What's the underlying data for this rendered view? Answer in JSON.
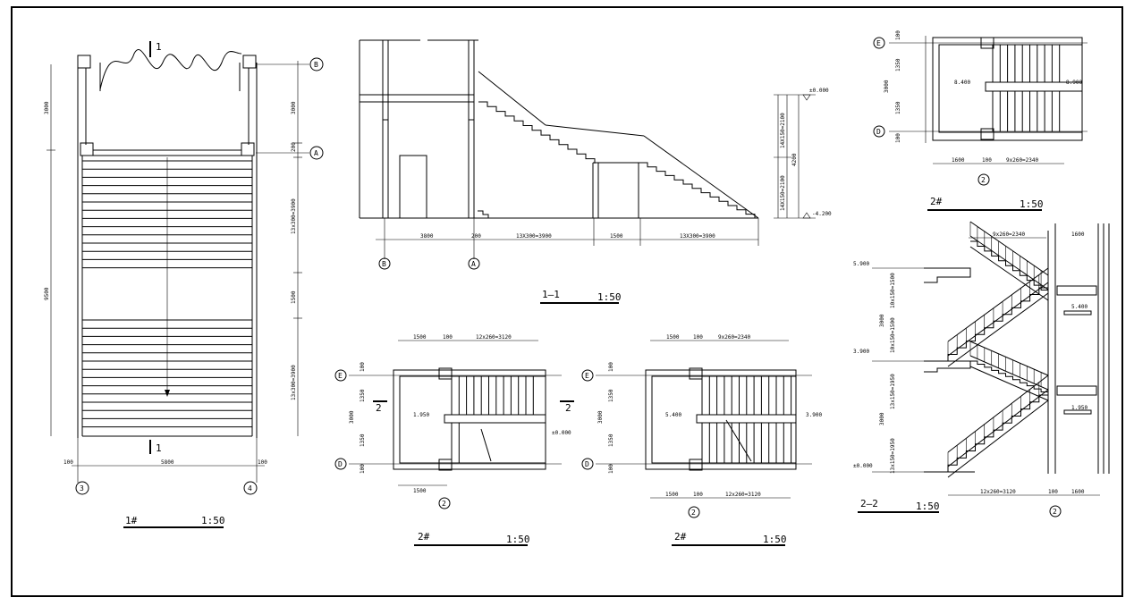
{
  "plan1": {
    "grid_B": "B",
    "grid_A": "A",
    "grid_3": "3",
    "grid_4": "4",
    "section_mark": "1",
    "dim_top_left": "3000",
    "dim_top_right": "3000",
    "dim_200": "200",
    "dim_run1": "13x300=3900",
    "dim_landing": "1500",
    "dim_run2": "13x300=3900",
    "dim_total_left": "9500",
    "dim_width": "5800",
    "dim_100a": "100",
    "dim_100b": "100",
    "title": "1#",
    "scale": "1:50"
  },
  "sec11": {
    "level_top": "±0.000",
    "level_bottom": "-4.200",
    "dim_r1": "14X150=2100",
    "dim_r2": "14X150=2100",
    "dim_total": "4200",
    "dim_b1": "3800",
    "dim_b2": "200",
    "dim_b3": "13X300=3900",
    "dim_b4": "1500",
    "dim_b5": "13X300=3900",
    "grid_B": "B",
    "grid_A": "A",
    "title": "1—1",
    "scale": "1:50"
  },
  "planTR": {
    "grid_E": "E",
    "grid_D": "D",
    "dim_100a": "100",
    "dim_1350a": "1350",
    "dim_3000": "3000",
    "dim_1350b": "1350",
    "dim_100b": "100",
    "level_left": "8.400",
    "level_right": "8.900",
    "dim_1600": "1600",
    "dim_100": "100",
    "dim_run": "9x260=2340",
    "grid_2": "2",
    "title": "2#",
    "scale": "1:50"
  },
  "planM": {
    "grid_E": "E",
    "grid_D": "D",
    "dim_1500": "1500",
    "dim_100": "100",
    "dim_run": "12x260=3120",
    "dim_100a": "100",
    "dim_1350a": "1350",
    "dim_3000": "3000",
    "dim_1350b": "1350",
    "dim_100b": "100",
    "level": "1.950",
    "level_zero": "±0.000",
    "sec_mark": "2",
    "grid_2": "2",
    "title": "2#",
    "scale": "1:50"
  },
  "planR": {
    "grid_E": "E",
    "grid_D": "D",
    "dim_1500": "1500",
    "dim_100": "100",
    "dim_run": "9x260=2340",
    "dim_run_b": "12x260=3120",
    "dim_100a": "100",
    "dim_1350a": "1350",
    "dim_3000": "3000",
    "dim_1350b": "1350",
    "dim_100b": "100",
    "level_left": "5.400",
    "level_right": "3.900",
    "grid_2": "2",
    "title": "2#",
    "scale": "1:50"
  },
  "sec22": {
    "level_5900": "5.900",
    "level_3900": "3.900",
    "level_000": "±0.000",
    "level_5400": "5.400",
    "level_1950": "1.950",
    "dim_3000a": "3000",
    "dim_3000b": "3000",
    "dim_f1": "10x150=1500",
    "dim_f2": "10x150=1500",
    "dim_f3": "13x150=1950",
    "dim_f4": "13x150=1950",
    "dim_top": "9x260=2340",
    "dim_1600": "1600",
    "dim_bottom": "12x260=3120",
    "dim_bottom_100": "100",
    "dim_bottom_1600": "1600",
    "grid_2": "2",
    "title": "2—2",
    "scale": "1:50"
  }
}
